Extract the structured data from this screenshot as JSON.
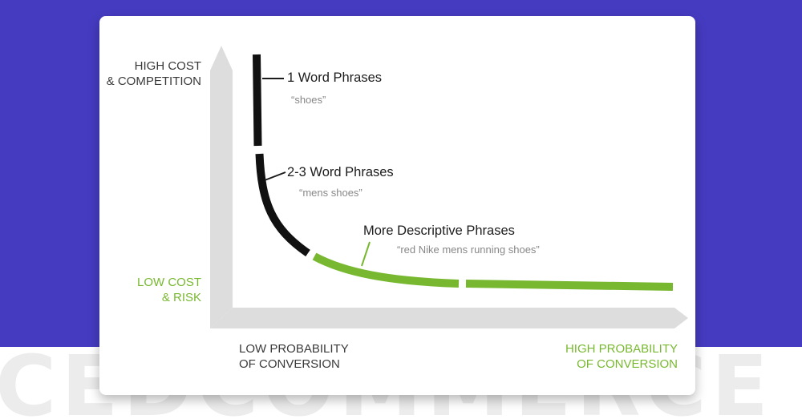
{
  "colors": {
    "background": "#453bc0",
    "card": "#ffffff",
    "axis": "#dddddd",
    "curve_black": "#111111",
    "curve_green": "#78b830",
    "label_gray": "#3a3a3a",
    "label_green": "#78b830"
  },
  "watermark": "CEDCOMMERCE",
  "axes": {
    "y_high": [
      "HIGH COST",
      "& COMPETITION"
    ],
    "y_low": [
      "LOW COST",
      "& RISK"
    ],
    "x_low": [
      "LOW PROBABILITY",
      "OF CONVERSION"
    ],
    "x_high": [
      "HIGH PROBABILITY",
      "OF CONVERSION"
    ]
  },
  "phrases": [
    {
      "title": "1 Word Phrases",
      "example": "“shoes”"
    },
    {
      "title": "2-3 Word Phrases",
      "example": "“mens shoes”"
    },
    {
      "title": "More Descriptive Phrases",
      "example": "“red Nike mens running shoes”"
    }
  ]
}
